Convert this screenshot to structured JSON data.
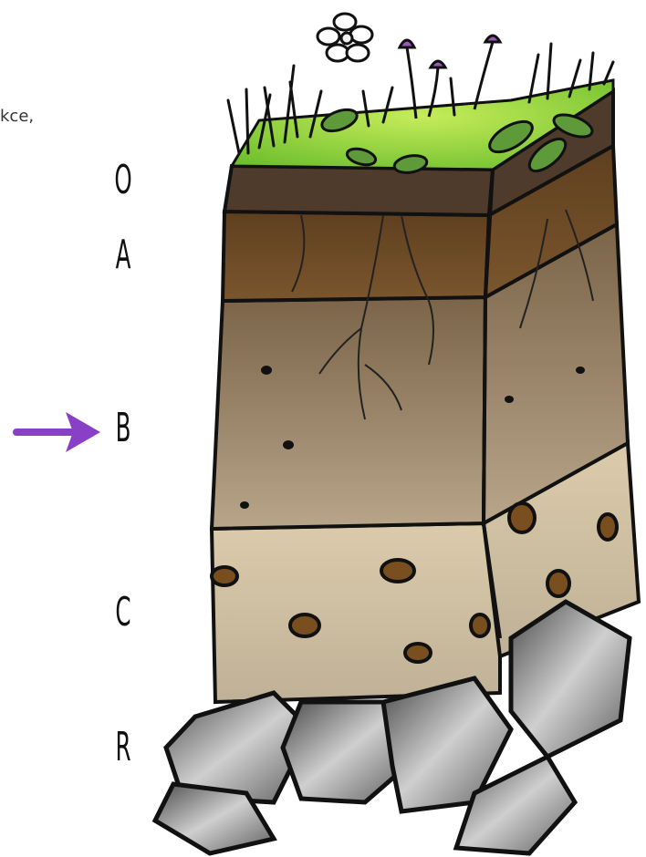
{
  "fragment_text": "kce,",
  "horizons": [
    {
      "label": "O"
    },
    {
      "label": "A"
    },
    {
      "label": "B"
    },
    {
      "label": "C"
    },
    {
      "label": "R"
    }
  ],
  "highlighted_horizon": "B",
  "colors": {
    "arrow": "#8a3fc7",
    "grass": "#8bcf3a",
    "o_horizon": "#5b4634",
    "a_horizon": "#6b4a26",
    "b_horizon": "#9a8366",
    "c_horizon": "#d6c4a4",
    "rock": "#8c8c8c",
    "flower": "#9b59b6"
  }
}
